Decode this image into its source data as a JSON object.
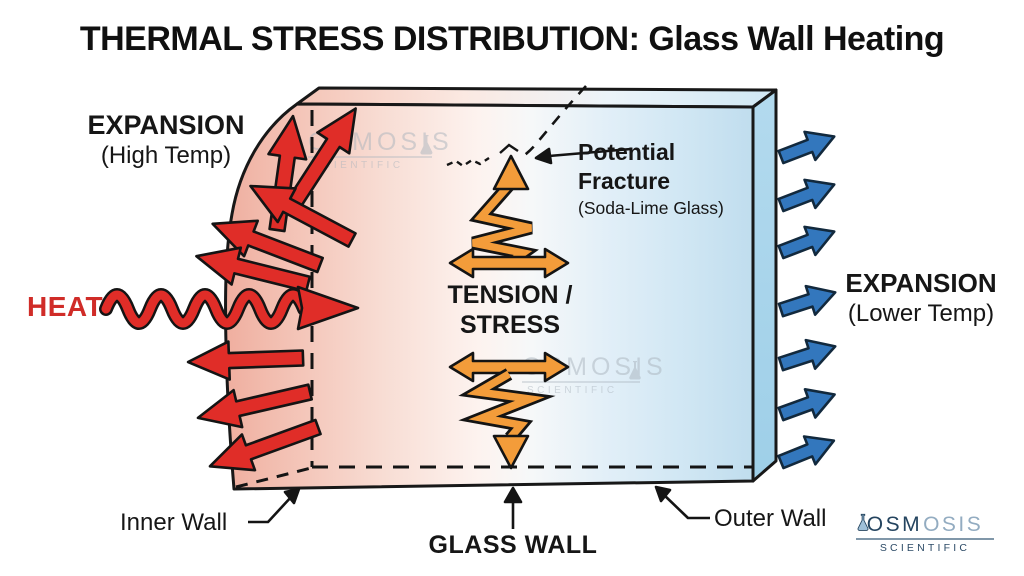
{
  "title": "THERMAL STRESS DISTRIBUTION: Glass Wall Heating",
  "labels": {
    "expansion_high_line1": "EXPANSION",
    "expansion_high_line2": "(High Temp)",
    "heat": "HEAT",
    "tension_line1": "TENSION /",
    "tension_line2": "STRESS",
    "fracture_line1": "Potential",
    "fracture_line2": "Fracture",
    "fracture_line3": "(Soda-Lime Glass)",
    "expansion_lower_line1": "EXPANSION",
    "expansion_lower_line2": "(Lower Temp)",
    "inner_wall": "Inner Wall",
    "glass_wall": "GLASS WALL",
    "outer_wall": "Outer Wall"
  },
  "branding": {
    "logo_dark": "OSM",
    "logo_light": "OSIS",
    "logo_sub": "SCIENTIFIC",
    "watermark_main": "OSMOSIS",
    "watermark_sub": "SCIENTIFIC"
  },
  "colors": {
    "hot_arrow_red": "#e02d28",
    "heat_text_red": "#d02c28",
    "stress_orange": "#f39c3a",
    "cool_arrow_blue": "#3377bd",
    "glass_hot_edge": "#efae9f",
    "glass_cool_edge": "#c0ddee",
    "outline_black": "#181818",
    "logo_navy": "#24445f",
    "logo_light_blue": "#93acc1"
  }
}
